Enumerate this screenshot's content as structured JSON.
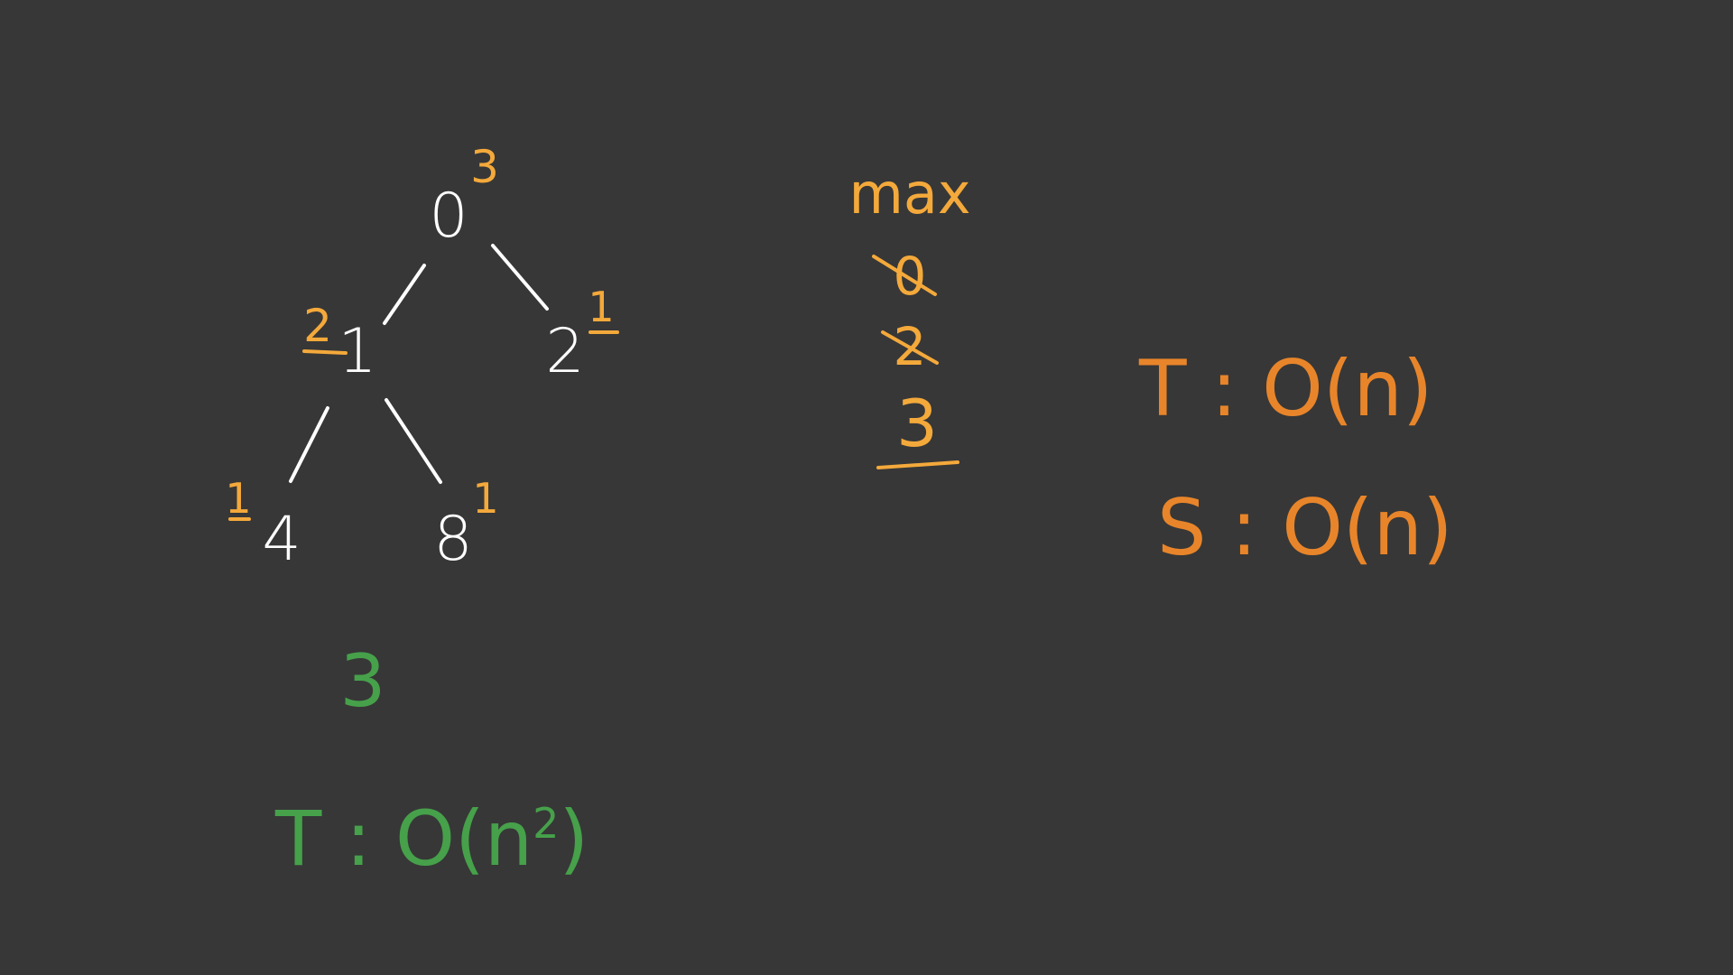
{
  "colors": {
    "background": "#373737",
    "node": "#ffffff",
    "depth_label": "#f4a93b",
    "brute_force": "#46a14a",
    "optimal": "#e8852a"
  },
  "tree": {
    "nodes": [
      {
        "id": "root",
        "value": "0",
        "depth": "3"
      },
      {
        "id": "left",
        "value": "1",
        "depth": "2"
      },
      {
        "id": "right",
        "value": "2",
        "depth": "1"
      },
      {
        "id": "leftleft",
        "value": "4",
        "depth": "1"
      },
      {
        "id": "leftright",
        "value": "8",
        "depth": "1"
      }
    ]
  },
  "max_tracker": {
    "label": "max",
    "values": [
      {
        "value": "0",
        "crossed": true
      },
      {
        "value": "2",
        "crossed": true
      },
      {
        "value": "3",
        "crossed": false,
        "underlined": true
      }
    ]
  },
  "brute_force": {
    "result": "3",
    "time_prefix": "T : O(n",
    "time_exponent": "2",
    "time_suffix": ")"
  },
  "optimal": {
    "time": "T : O(n)",
    "space": "S : O(n)"
  }
}
